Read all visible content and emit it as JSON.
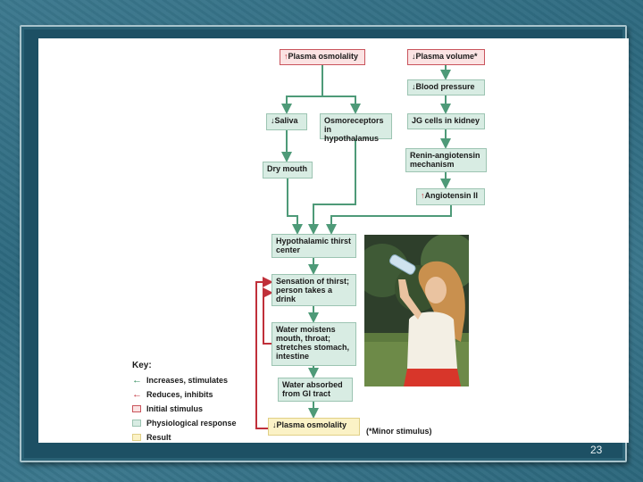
{
  "boxes": {
    "plasma_osmolality": "Plasma osmolality",
    "plasma_volume": "Plasma volume*",
    "blood_pressure": "Blood pressure",
    "saliva": "Saliva",
    "osmoreceptors": "Osmoreceptors in hypothalamus",
    "jg_cells": "JG cells in kidney",
    "dry_mouth": "Dry mouth",
    "renin": "Renin-angiotensin mechanism",
    "angiotensin": "Angiotensin II",
    "hypothalamic": "Hypothalamic thirst center",
    "sensation": "Sensation of thirst; person takes a drink",
    "water_moistens": "Water moistens mouth, throat; stretches stomach, intestine",
    "water_absorbed": "Water absorbed from GI tract",
    "plasma_osmolality_result": "Plasma osmolality"
  },
  "key": {
    "title": "Key:",
    "items": [
      {
        "label": "Increases, stimulates",
        "kind": "arrow",
        "color": "#2d8a5a"
      },
      {
        "label": "Reduces, inhibits",
        "kind": "arrow",
        "color": "#c0303a"
      },
      {
        "label": "Initial stimulus",
        "kind": "swatch",
        "color": "#fbe3e3",
        "border": "#c9545c"
      },
      {
        "label": "Physiological response",
        "kind": "swatch",
        "color": "#d8ece3",
        "border": "#9cc4b2"
      },
      {
        "label": "Result",
        "kind": "swatch",
        "color": "#fbf2c6",
        "border": "#e0cf86"
      }
    ]
  },
  "note": "(*Minor stimulus)",
  "page_number": "23",
  "colors": {
    "stimulate_arrow": "#4e9a78",
    "inhibit_arrow": "#c0303a",
    "background": "#2f6f86"
  }
}
